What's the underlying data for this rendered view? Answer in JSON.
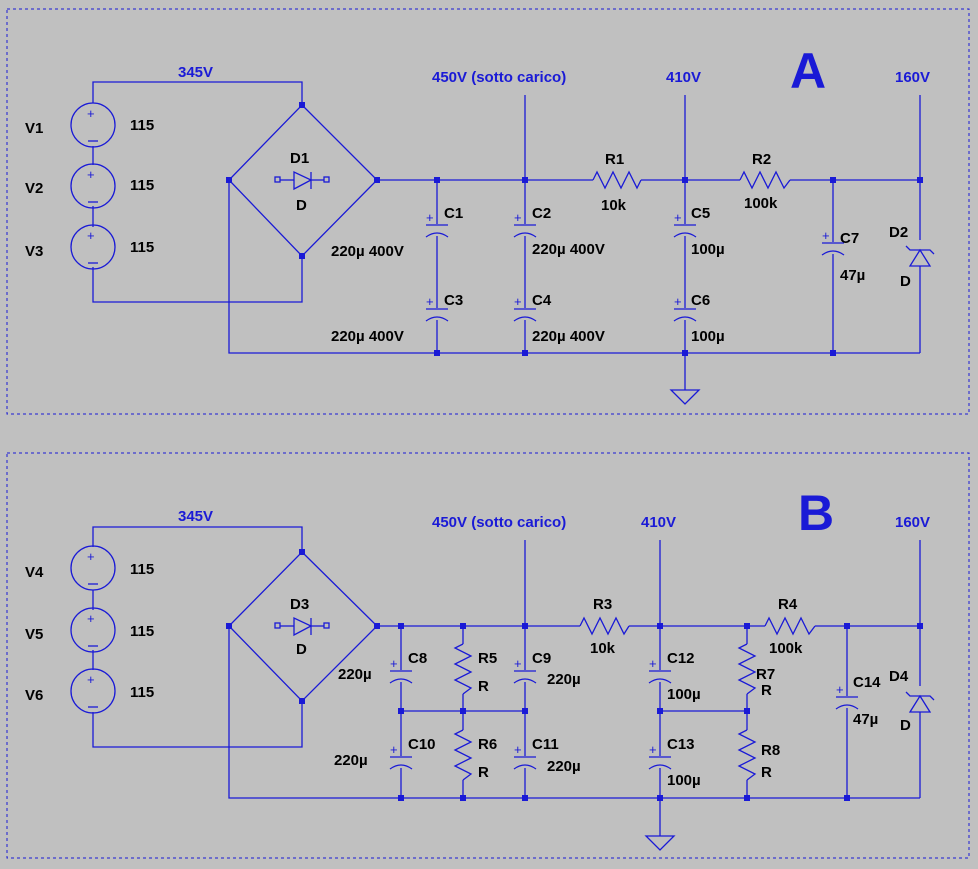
{
  "sections": [
    {
      "title": "A",
      "nets": {
        "rect": "345V",
        "hv": "450V (sotto carico)",
        "mid": "410V",
        "out": "160V"
      },
      "sources": [
        {
          "name": "V1",
          "value": "115"
        },
        {
          "name": "V2",
          "value": "115"
        },
        {
          "name": "V3",
          "value": "115"
        }
      ],
      "bridge": {
        "name": "D1",
        "value": "D"
      },
      "caps": [
        {
          "name": "C1",
          "value": "220µ 400V"
        },
        {
          "name": "C2",
          "value": "220µ 400V"
        },
        {
          "name": "C3",
          "value": "220µ 400V"
        },
        {
          "name": "C4",
          "value": "220µ 400V"
        },
        {
          "name": "C5",
          "value": "100µ"
        },
        {
          "name": "C6",
          "value": "100µ"
        },
        {
          "name": "C7",
          "value": "47µ"
        }
      ],
      "resistors": [
        {
          "name": "R1",
          "value": "10k"
        },
        {
          "name": "R2",
          "value": "100k"
        }
      ],
      "zener": {
        "name": "D2",
        "value": "D"
      }
    },
    {
      "title": "B",
      "nets": {
        "rect": "345V",
        "hv": "450V (sotto carico)",
        "mid": "410V",
        "out": "160V"
      },
      "sources": [
        {
          "name": "V4",
          "value": "115"
        },
        {
          "name": "V5",
          "value": "115"
        },
        {
          "name": "V6",
          "value": "115"
        }
      ],
      "bridge": {
        "name": "D3",
        "value": "D"
      },
      "caps": [
        {
          "name": "C8",
          "value": "220µ"
        },
        {
          "name": "C9",
          "value": "220µ"
        },
        {
          "name": "C10",
          "value": "220µ"
        },
        {
          "name": "C11",
          "value": "220µ"
        },
        {
          "name": "C12",
          "value": "100µ"
        },
        {
          "name": "C13",
          "value": "100µ"
        },
        {
          "name": "C14",
          "value": "47µ"
        }
      ],
      "resistors": [
        {
          "name": "R3",
          "value": "10k"
        },
        {
          "name": "R4",
          "value": "100k"
        },
        {
          "name": "R5",
          "value": "R"
        },
        {
          "name": "R6",
          "value": "R"
        },
        {
          "name": "R7",
          "value": "R"
        },
        {
          "name": "R8",
          "value": "R"
        }
      ],
      "zener": {
        "name": "D4",
        "value": "D"
      }
    }
  ],
  "colors": {
    "background": "#c0c0c0",
    "wire": "#1a1ad6",
    "label": "#000000"
  }
}
